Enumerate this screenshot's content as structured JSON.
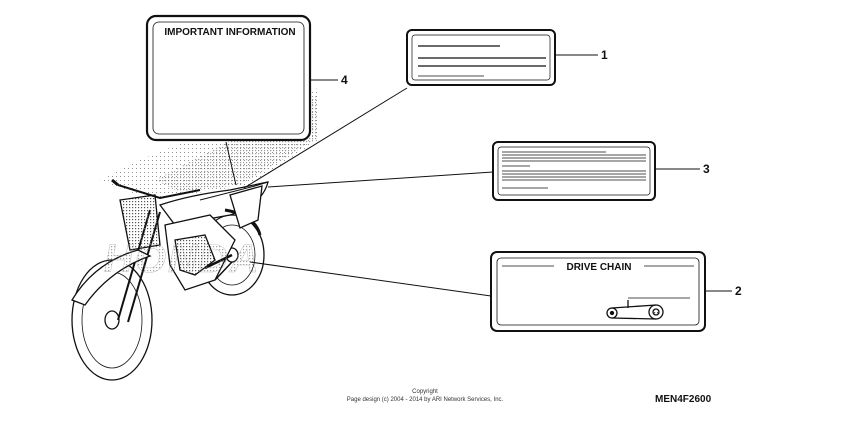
{
  "labels": {
    "important": {
      "title": "IMPORTANT INFORMATION",
      "callout": "4"
    },
    "label1": {
      "callout": "1"
    },
    "label3": {
      "callout": "3"
    },
    "drive_chain": {
      "title": "DRIVE CHAIN",
      "callout": "2"
    }
  },
  "brand_text": "HONDA",
  "footer": {
    "copyright_title": "Copyright",
    "copyright_line": "Page design (c) 2004 - 2014 by ARI Network Services, Inc.",
    "diagram_code": "MEN4F2600"
  }
}
